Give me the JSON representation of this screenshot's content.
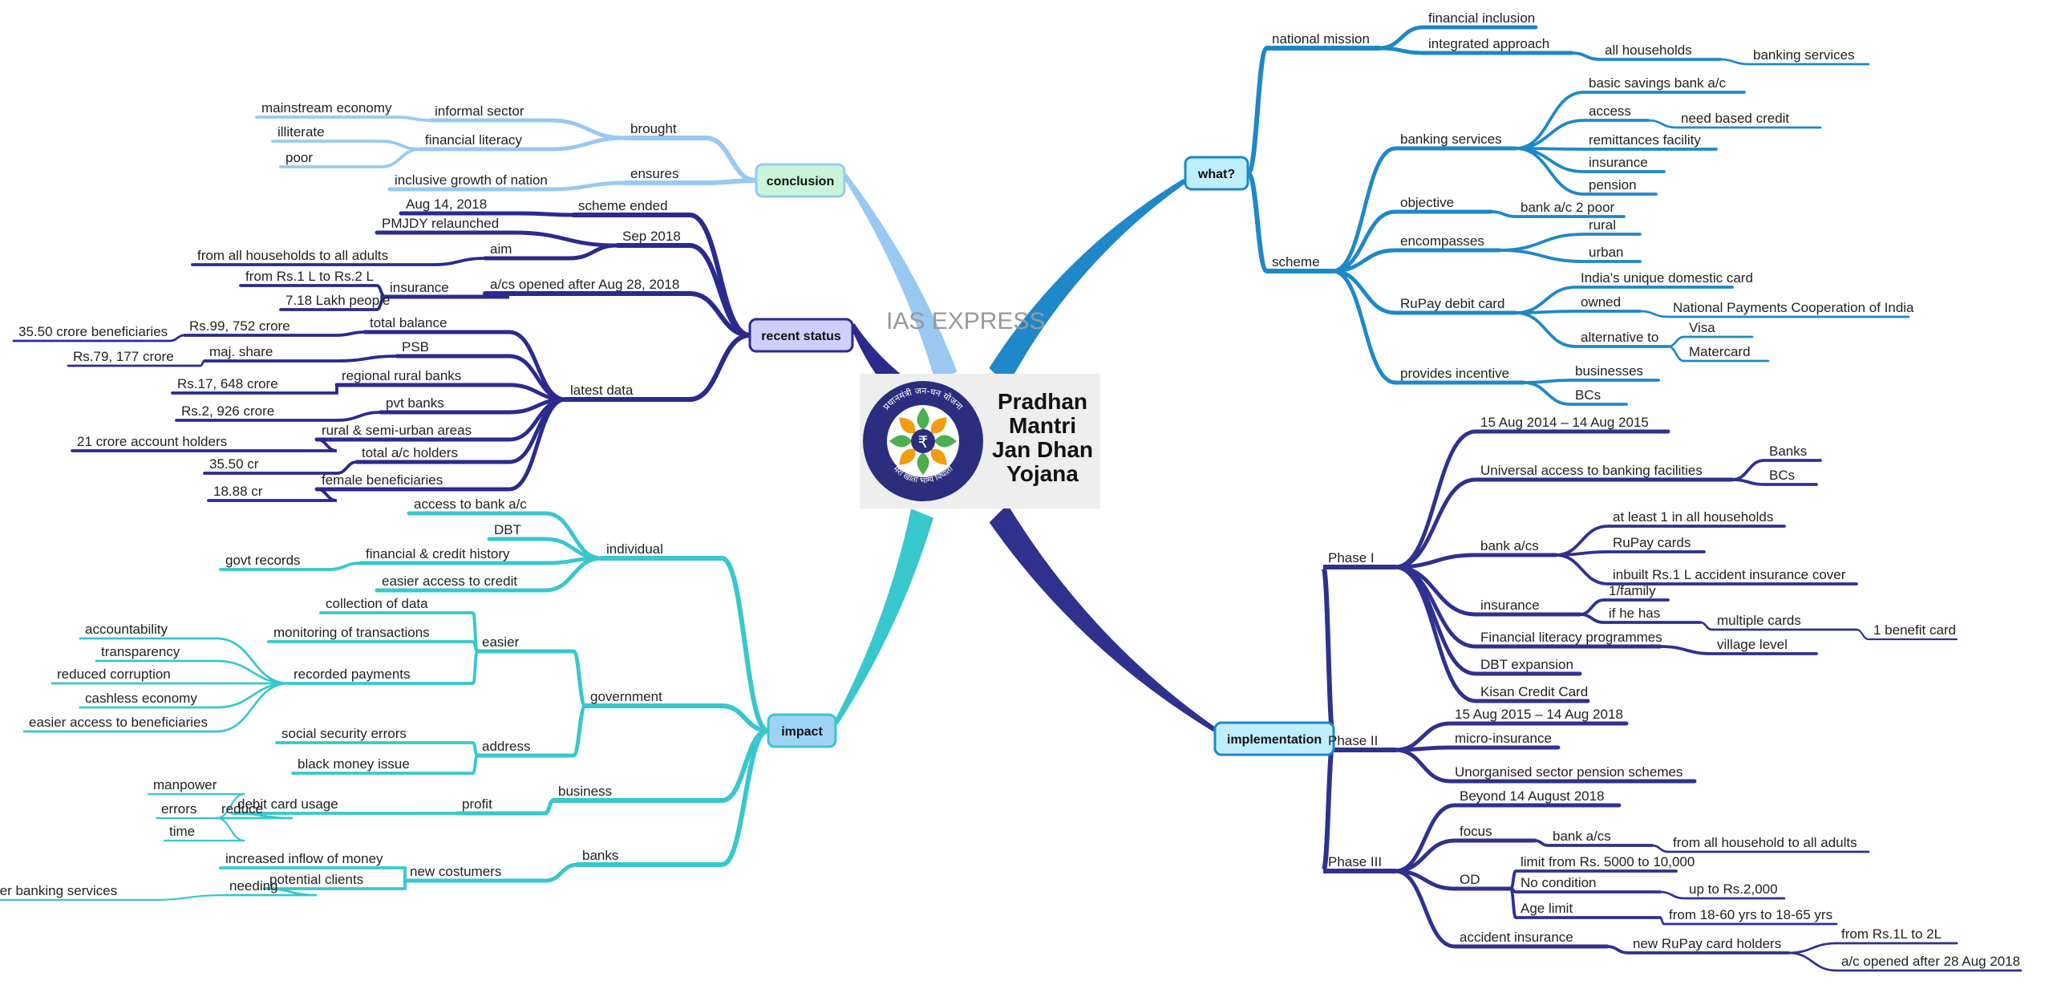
{
  "watermark": "IAS EXPRESS",
  "title_lines": [
    "Pradhan",
    "Mantri",
    "Jan Dhan",
    "Yojana"
  ],
  "logo": {
    "seal_top": "प्रधानमंत्री जन-धन योजना",
    "seal_bottom": "मेरा खाता भाग्य विधाता",
    "symbol": "₹"
  },
  "colors": {
    "what": "#1e88c8",
    "implementation": "#2f318f",
    "conclusion": "#99c9f2",
    "recent_status": "#2b2a8f",
    "impact": "#38c7cc",
    "watermark": "#999999"
  },
  "hubs": {
    "what": "what?",
    "implementation": "implementation",
    "conclusion": "conclusion",
    "recent_status": "recent status",
    "impact": "impact"
  },
  "labels": {
    "w1": "national mission",
    "w1a": "financial inclusion",
    "w1b": "integrated approach",
    "w1b1": "all households",
    "w1b1a": "banking services",
    "w2": "scheme",
    "w2a": "banking services",
    "w2a1": "basic savings bank a/c",
    "w2a2": "access",
    "w2a2a": "need based credit",
    "w2a3": "remittances facility",
    "w2a4": "insurance",
    "w2a5": "pension",
    "w2b": "objective",
    "w2b1": "bank a/c 2 poor",
    "w2c": "encompasses",
    "w2c1": "rural",
    "w2c2": "urban",
    "w2d": "RuPay debit card",
    "w2d1": "India's unique domestic card",
    "w2d2": "owned",
    "w2d2a": "National Payments Cooperation of India",
    "w2d3": "alternative to",
    "w2d3a": "Visa",
    "w2d3b": "Matercard",
    "w2e": "provides incentive",
    "w2e1": "businesses",
    "w2e2": "BCs",
    "p1": "Phase I",
    "p1a": "15 Aug 2014 – 14 Aug 2015",
    "p1b": "Universal access to banking facilities",
    "p1b1": "Banks",
    "p1b2": "BCs",
    "p1c": "bank a/cs",
    "p1c1": "at least 1 in all households",
    "p1c2": "RuPay cards",
    "p1c3": "inbuilt Rs.1 L accident insurance cover",
    "p1d": "insurance",
    "p1d1": "1/family",
    "p1d2": "if he has",
    "p1d2a": "multiple cards",
    "p1d2a1": "1 benefit card",
    "p1e": "Financial literacy programmes",
    "p1e1": "village level",
    "p1f": "DBT expansion",
    "p1g": "Kisan Credit Card",
    "p2": "Phase II",
    "p2a": "15 Aug 2015 – 14 Aug 2018",
    "p2b": "micro-insurance",
    "p2c": "Unorganised sector pension schemes",
    "p3": "Phase III",
    "p3a": "Beyond 14 August 2018",
    "p3b": "focus",
    "p3b1": "bank a/cs",
    "p3b1a": "from all household to all adults",
    "p3c": "OD",
    "p3c1": "limit from Rs. 5000 to 10,000",
    "p3c2": "No condition",
    "p3c2a": "up to Rs.2,000",
    "p3c3": "Age limit",
    "p3c3a": "from 18-60 yrs to 18-65 yrs",
    "p3d": "accident insurance",
    "p3d1": "new RuPay card holders",
    "p3d1a": "from Rs.1L to 2L",
    "p3d1b": "a/c opened after 28 Aug 2018",
    "c1": "brought",
    "c1a": "informal sector",
    "c1a1": "mainstream economy",
    "c1b": "financial literacy",
    "c1b1": "illiterate",
    "c1b2": "poor",
    "c2": "ensures",
    "c2a": "inclusive growth of nation",
    "r1": "scheme ended",
    "r1a": "Aug 14, 2018",
    "r2": "Sep 2018",
    "r2a": "PMJDY relaunched",
    "r2b": "aim",
    "r2b1": "from all households to all adults",
    "r3": "a/cs opened after Aug 28, 2018",
    "r3a": "insurance",
    "r3a1": "from Rs.1 L to Rs.2 L",
    "r3a2": "7.18 Lakh people",
    "r4": "latest data",
    "r4a": "total balance",
    "r4a1": "Rs.99, 752 crore",
    "r4a2": "35.50 crore beneficiaries",
    "r4b": "PSB",
    "r4b1": "maj. share",
    "r4b2": "Rs.79, 177 crore",
    "r4c": "regional rural banks",
    "r4c1": "Rs.17, 648 crore",
    "r4d": "pvt banks",
    "r4d1": "Rs.2, 926 crore",
    "r4e": "rural & semi-urban areas",
    "r4e1": "21 crore account holders",
    "r4f": "total a/c holders",
    "r4f1": "35.50 cr",
    "r4g": "female beneficiaries",
    "r4g1": "18.88 cr",
    "i1": "individual",
    "i1a": "access to bank a/c",
    "i1b": "DBT",
    "i1c": "financial & credit history",
    "i1c1": "govt records",
    "i1d": "easier access to credit",
    "i2": "government",
    "i2a": "easier",
    "i2a1": "collection of data",
    "i2a2": "monitoring of transactions",
    "i2a3": "recorded payments",
    "i2a3a": "accountability",
    "i2a3b": "transparency",
    "i2a3c": "reduced corruption",
    "i2a3d": "cashless economy",
    "i2a3e": "easier access to beneficiaries",
    "i2b": "address",
    "i2b1": "social security errors",
    "i2b2": "black money issue",
    "i3": "business",
    "i3a": "profit",
    "i3a1": "debit card usage",
    "i3a1a": "reduce",
    "i3a1a1": "manpower",
    "i3a1a2": "errors",
    "i3a1a3": "time",
    "i4": "banks",
    "i4a": "new costumers",
    "i4a1": "increased inflow of money",
    "i4a2": "potential clients",
    "i4a2a": "needing",
    "i4a2a1": "other banking services"
  }
}
